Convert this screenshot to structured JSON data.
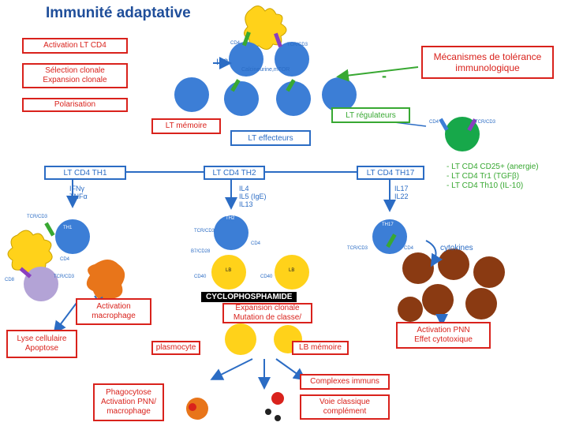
{
  "title": "Immunité adaptative",
  "boxes": {
    "activation_cd4": "Activation LT CD4",
    "selection": "Sélection clonale\nExpansion clonale",
    "polarisation": "Polarisation",
    "lt_memoire": "LT mémoire",
    "lt_regulateurs": "LT régulateurs",
    "lt_effecteurs": "LT effecteurs",
    "mecanismes": "Mécanismes de tolérance immunologique",
    "th1": "LT CD4 TH1",
    "th2": "LT CD4 TH2",
    "th17": "LT CD4 TH17",
    "activation_macrophage": "Activation macrophage",
    "lyse": "Lyse cellulaire\nApoptose",
    "plasmocyte": "plasmocyte",
    "lb_memoire": "LB mémoire",
    "expansion": "Expansion clonale\nMutation de classe/",
    "activation_pnn": "Activation PNN\nEffet cytotoxique",
    "phagocytose": "Phagocytose\nActivation PNN/\nmacrophage",
    "complexes": "Complexes immuns",
    "voie": "Voie classique\ncomplément",
    "cyclophosphamide": "CYCLOPHOSPHAMIDE"
  },
  "labels": {
    "il2": "IL2",
    "calcineurine": "Calcineurine,mTOR",
    "cd4_top": "CD4",
    "tcr_top": "TCR/CD3",
    "minus": "-",
    "cd4_green": "CD4",
    "tcr_green": "TCR/CD3",
    "th1_cyt": "IFNγ\nTNFα",
    "th2_cyt": "IL4\nIL5 (IgE)\nIL13",
    "th17_cyt": "IL17\nIL22",
    "treg_list": "- LT CD4 CD25+ (anergie)\n- LT CD4 Tr1 (TGFβ)\n- LT CD4 Th10 (IL-10)",
    "cytokines": "cytokines",
    "tcr_left": "TCR/CD3",
    "th1_cell": "TH1",
    "th2_cell": "TH2",
    "th17_cell": "TH17",
    "tcr_mid": "TCR/CD3",
    "cd4_mid": "CD4",
    "b7": "B7/CD28",
    "tcr_right": "TCR/CD3",
    "cd4_right": "CD4",
    "cd4_left": "CD4",
    "tcr_left2": "TCR/CD3",
    "cd8": "CD8",
    "lb1": "LB",
    "lb2": "LB",
    "cd40a": "CD40",
    "cd40b": "CD40"
  },
  "colors": {
    "red": "#d9221c",
    "blue": "#2b6cc4",
    "green": "#38a832",
    "cell_blue": "#3c7ed6",
    "yellow": "#ffd21a",
    "orange": "#e8751a",
    "brown": "#8a3a12"
  }
}
